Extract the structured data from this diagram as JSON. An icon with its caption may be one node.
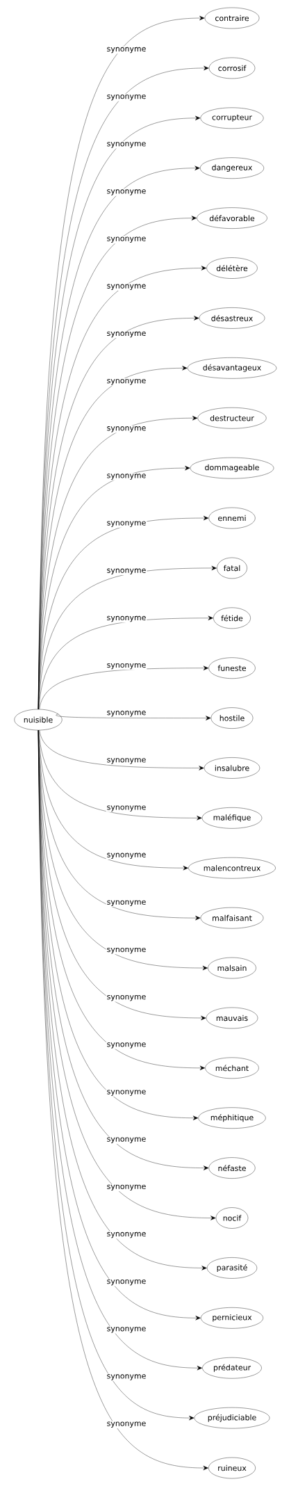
{
  "diagram": {
    "nodes": [
      {
        "text": [
          "nuisible"
        ]
      },
      {
        "text": [
          "contraire"
        ]
      },
      {
        "text": [
          "corrosif"
        ]
      },
      {
        "text": [
          "corrupteur"
        ]
      },
      {
        "text": [
          "dangereux"
        ]
      },
      {
        "text": [
          "défavorable"
        ]
      },
      {
        "text": [
          "délétère"
        ]
      },
      {
        "text": [
          "désastreux"
        ]
      },
      {
        "text": [
          "désavantageux"
        ]
      },
      {
        "text": [
          "destructeur"
        ]
      },
      {
        "text": [
          "dommageable"
        ]
      },
      {
        "text": [
          "ennemi"
        ]
      },
      {
        "text": [
          "fatal"
        ]
      },
      {
        "text": [
          "fétide"
        ]
      },
      {
        "text": [
          "funeste"
        ]
      },
      {
        "text": [
          "hostile"
        ]
      },
      {
        "text": [
          "insalubre"
        ]
      },
      {
        "text": [
          "maléfique"
        ]
      },
      {
        "text": [
          "malencontreux"
        ]
      },
      {
        "text": [
          "malfaisant"
        ]
      },
      {
        "text": [
          "malsain"
        ]
      },
      {
        "text": [
          "mauvais"
        ]
      },
      {
        "text": [
          "méchant"
        ]
      },
      {
        "text": [
          "méphitique"
        ]
      },
      {
        "text": [
          "néfaste"
        ]
      },
      {
        "text": [
          "nocif"
        ]
      },
      {
        "text": [
          "parasité"
        ]
      },
      {
        "text": [
          "pernicieux"
        ]
      },
      {
        "text": [
          "prédateur"
        ]
      },
      {
        "text": [
          "préjudiciable"
        ]
      },
      {
        "text": [
          "ruineux"
        ]
      }
    ],
    "edges": [
      {
        "from": 0,
        "to": 1,
        "arrow": "to",
        "label": "synonyme"
      },
      {
        "from": 0,
        "to": 2,
        "arrow": "to",
        "label": "synonyme"
      },
      {
        "from": 0,
        "to": 3,
        "arrow": "to",
        "label": "synonyme"
      },
      {
        "from": 0,
        "to": 4,
        "arrow": "to",
        "label": "synonyme"
      },
      {
        "from": 0,
        "to": 5,
        "arrow": "to",
        "label": "synonyme"
      },
      {
        "from": 0,
        "to": 6,
        "arrow": "to",
        "label": "synonyme"
      },
      {
        "from": 0,
        "to": 7,
        "arrow": "to",
        "label": "synonyme"
      },
      {
        "from": 0,
        "to": 8,
        "arrow": "to",
        "label": "synonyme"
      },
      {
        "from": 0,
        "to": 9,
        "arrow": "to",
        "label": "synonyme"
      },
      {
        "from": 0,
        "to": 10,
        "arrow": "to",
        "label": "synonyme"
      },
      {
        "from": 0,
        "to": 11,
        "arrow": "to",
        "label": "synonyme"
      },
      {
        "from": 0,
        "to": 12,
        "arrow": "to",
        "label": "synonyme"
      },
      {
        "from": 0,
        "to": 13,
        "arrow": "to",
        "label": "synonyme"
      },
      {
        "from": 0,
        "to": 14,
        "arrow": "to",
        "label": "synonyme"
      },
      {
        "from": 0,
        "to": 15,
        "arrow": "to",
        "label": "synonyme"
      },
      {
        "from": 0,
        "to": 16,
        "arrow": "to",
        "label": "synonyme"
      },
      {
        "from": 0,
        "to": 17,
        "arrow": "to",
        "label": "synonyme"
      },
      {
        "from": 0,
        "to": 18,
        "arrow": "to",
        "label": "synonyme"
      },
      {
        "from": 0,
        "to": 19,
        "arrow": "to",
        "label": "synonyme"
      },
      {
        "from": 0,
        "to": 20,
        "arrow": "to",
        "label": "synonyme"
      },
      {
        "from": 0,
        "to": 21,
        "arrow": "to",
        "label": "synonyme"
      },
      {
        "from": 0,
        "to": 22,
        "arrow": "to",
        "label": "synonyme"
      },
      {
        "from": 0,
        "to": 23,
        "arrow": "to",
        "label": "synonyme"
      },
      {
        "from": 0,
        "to": 24,
        "arrow": "to",
        "label": "synonyme"
      },
      {
        "from": 0,
        "to": 25,
        "arrow": "to",
        "label": "synonyme"
      },
      {
        "from": 0,
        "to": 26,
        "arrow": "to",
        "label": "synonyme"
      },
      {
        "from": 0,
        "to": 27,
        "arrow": "to",
        "label": "synonyme"
      },
      {
        "from": 0,
        "to": 28,
        "arrow": "to",
        "label": "synonyme"
      },
      {
        "from": 0,
        "to": 29,
        "arrow": "to",
        "label": "synonyme"
      },
      {
        "from": 0,
        "to": 30,
        "arrow": "to",
        "label": "synonyme"
      }
    ]
  }
}
